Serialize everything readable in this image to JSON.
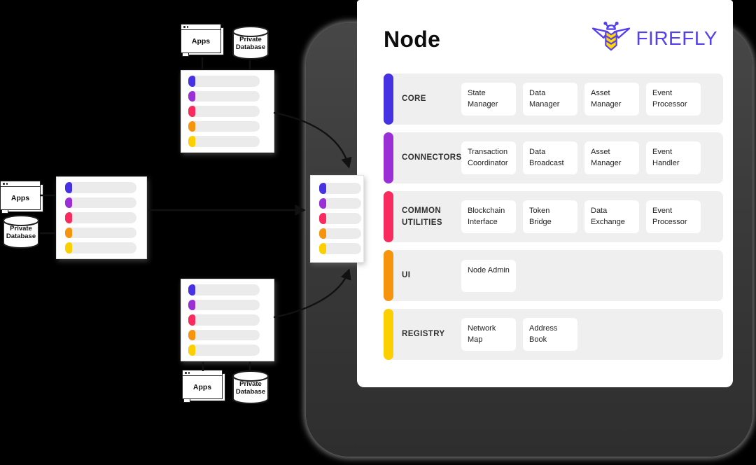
{
  "canvas": {
    "background": "#000000"
  },
  "firefly_panel": {
    "title": "Node",
    "logo": {
      "icon": "firefly-bee-icon",
      "text": "FIREFLY",
      "color": "#5440ee",
      "wing_color": "#5440ee",
      "stripe_color": "#ffd900"
    },
    "row_background": "#efefef",
    "card_background": "#ffffff",
    "rows": [
      {
        "label": "CORE",
        "accent": "#4632e2",
        "cards": [
          "State Manager",
          "Data Manager",
          "Asset Manager",
          "Event Processor"
        ]
      },
      {
        "label": "CONNECTORS",
        "accent": "#9b2fd6",
        "cards": [
          "Transaction Coordinator",
          "Data Broadcast",
          "Asset Manager",
          "Event Handler"
        ]
      },
      {
        "label": "COMMON UTILITIES",
        "accent": "#f92b5e",
        "cards": [
          "Blockchain Interface",
          "Token Bridge",
          "Data Exchange",
          "Event Processor"
        ]
      },
      {
        "label": "UI",
        "accent": "#f7940d",
        "cards": [
          "Node Admin"
        ]
      },
      {
        "label": "REGISTRY",
        "accent": "#fccf00",
        "cards": [
          "Network Map",
          "Address Book"
        ]
      }
    ]
  },
  "network_diagram": {
    "apps_label": "Apps",
    "database_label": "Private Database",
    "bar_track_color": "#ebebeb",
    "bar_colors": [
      "#4632e2",
      "#9b2fd6",
      "#f92b5e",
      "#f7940d",
      "#fccf00"
    ],
    "arrow_color": "#111111"
  }
}
